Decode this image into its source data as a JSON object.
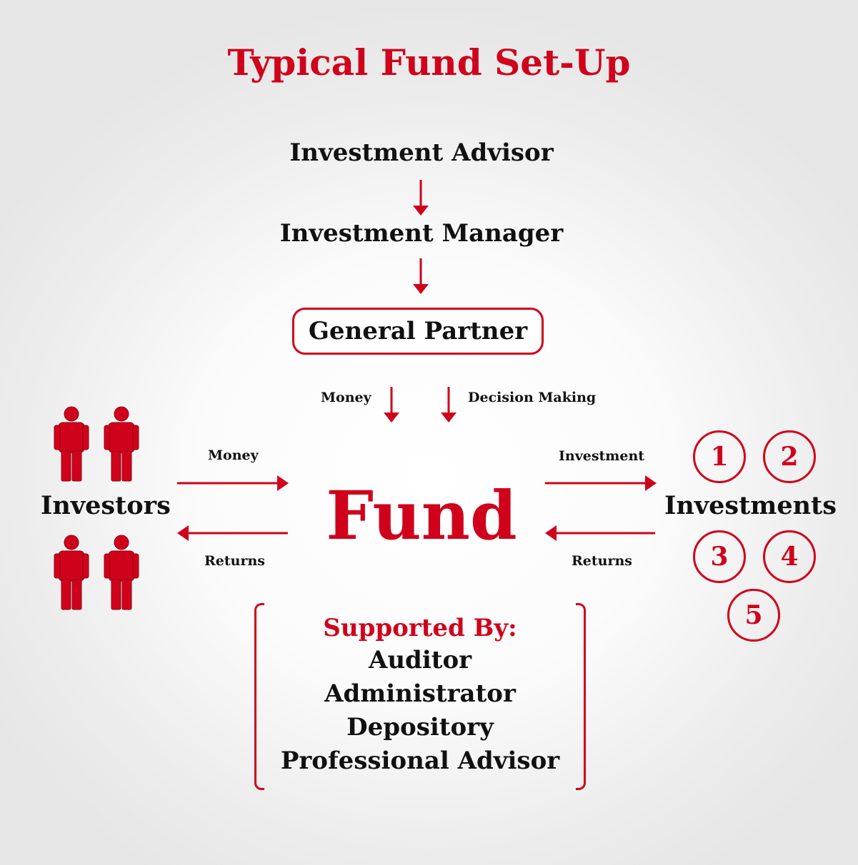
{
  "title": "Typical Fund Set-Up",
  "chain": {
    "advisor": "Investment Advisor",
    "manager": "Investment Manager",
    "general_partner": "General Partner"
  },
  "gp_flows": {
    "money": "Money",
    "decision": "Decision Making"
  },
  "fund": "Fund",
  "investors": {
    "label": "Investors",
    "money": "Money",
    "returns": "Returns"
  },
  "investments": {
    "label": "Investments",
    "investment": "Investment",
    "returns": "Returns",
    "items": [
      "1",
      "2",
      "3",
      "4",
      "5"
    ]
  },
  "support": {
    "heading": "Supported By:",
    "items": [
      "Auditor",
      "Administrator",
      "Depository",
      "Professional Advisor"
    ]
  },
  "colors": {
    "accent": "#d0021b",
    "text": "#111111"
  }
}
